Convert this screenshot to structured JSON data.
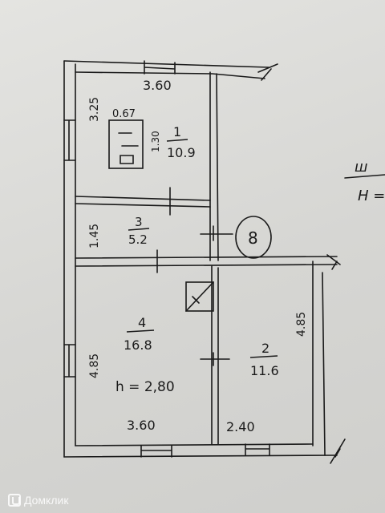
{
  "rooms": [
    {
      "number": "1",
      "area": "10.9"
    },
    {
      "number": "3",
      "area": "5.2"
    },
    {
      "number": "4",
      "area": "16.8"
    },
    {
      "number": "2",
      "area": "11.6"
    }
  ],
  "dimensions": {
    "top_width": "3.60",
    "room1_height": "3.25",
    "room3_height": "1.45",
    "left_height": "4.85",
    "right_height": "4.85",
    "bottom_left": "3.60",
    "bottom_right": "2.40",
    "stove_width": "0.67",
    "stove_depth": "1.30"
  },
  "ceiling_height": "h = 2,80",
  "entrance_marker": "8",
  "margin_notes": [
    "ш",
    "Н ="
  ],
  "watermark": "Домклик",
  "colors": {
    "ink": "#1a1a1a",
    "paper": "#e2e2df"
  }
}
